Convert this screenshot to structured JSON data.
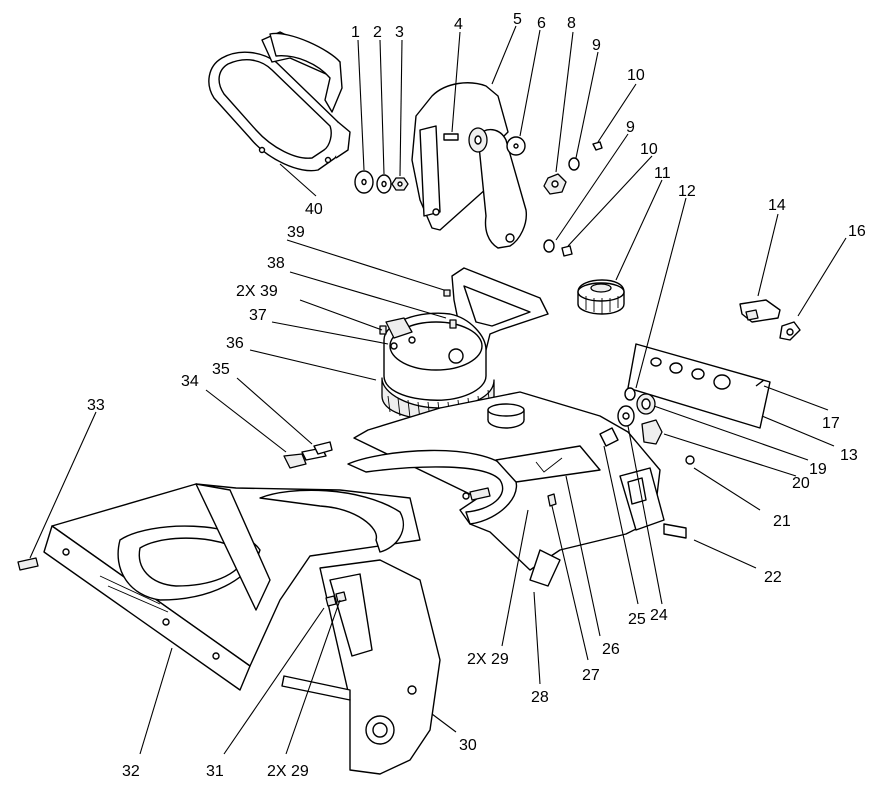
{
  "diagram": {
    "callouts": [
      {
        "id": "c1",
        "text": "1"
      },
      {
        "id": "c2",
        "text": "2"
      },
      {
        "id": "c3",
        "text": "3"
      },
      {
        "id": "c4",
        "text": "4"
      },
      {
        "id": "c5",
        "text": "5"
      },
      {
        "id": "c6",
        "text": "6"
      },
      {
        "id": "c8",
        "text": "8"
      },
      {
        "id": "c9a",
        "text": "9"
      },
      {
        "id": "c10a",
        "text": "10"
      },
      {
        "id": "c9b",
        "text": "9"
      },
      {
        "id": "c10b",
        "text": "10"
      },
      {
        "id": "c11",
        "text": "11"
      },
      {
        "id": "c12",
        "text": "12"
      },
      {
        "id": "c14",
        "text": "14"
      },
      {
        "id": "c16",
        "text": "16"
      },
      {
        "id": "c39a",
        "text": "39"
      },
      {
        "id": "c38",
        "text": "38"
      },
      {
        "id": "c39b",
        "text": "2X 39"
      },
      {
        "id": "c37",
        "text": "37"
      },
      {
        "id": "c36",
        "text": "36"
      },
      {
        "id": "c34",
        "text": "34"
      },
      {
        "id": "c35",
        "text": "35"
      },
      {
        "id": "c33",
        "text": "33"
      },
      {
        "id": "c17",
        "text": "17"
      },
      {
        "id": "c13",
        "text": "13"
      },
      {
        "id": "c19",
        "text": "19"
      },
      {
        "id": "c20",
        "text": "20"
      },
      {
        "id": "c21",
        "text": "21"
      },
      {
        "id": "c22",
        "text": "22"
      },
      {
        "id": "c24",
        "text": "24"
      },
      {
        "id": "c25",
        "text": "25"
      },
      {
        "id": "c26",
        "text": "26"
      },
      {
        "id": "c27",
        "text": "27"
      },
      {
        "id": "c29a",
        "text": "2X 29"
      },
      {
        "id": "c28",
        "text": "28"
      },
      {
        "id": "c30",
        "text": "30"
      },
      {
        "id": "c29b",
        "text": "2X 29"
      },
      {
        "id": "c31",
        "text": "31"
      },
      {
        "id": "c32",
        "text": "32"
      },
      {
        "id": "c40",
        "text": "40"
      }
    ]
  }
}
